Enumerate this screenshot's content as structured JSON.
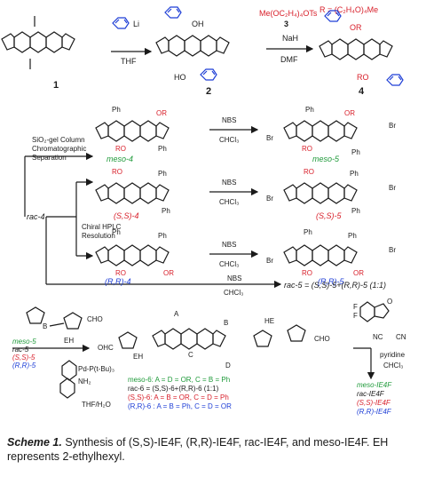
{
  "colors": {
    "ink": "#1a1a1a",
    "blue": "#1f3fd6",
    "red": "#d81f2a",
    "green": "#1f9a3a"
  },
  "row1": {
    "cmpd1": "1",
    "reagent_aryl_li": "Li",
    "step1_cond": "THF",
    "cmpd2": "2",
    "oh": "OH",
    "ho": "HO",
    "r_def": "R = (C₂H₄O)₄Me",
    "reagent3": "Me(OC₂H₄)₄OTs",
    "reagent3_num": "3",
    "nah": "NaH",
    "dmf": "DMF",
    "cmpd4": "4",
    "or": "OR",
    "ro": "RO"
  },
  "middle": {
    "silica": [
      "SiO₂-gel Column",
      "Chromatographic",
      "Separation"
    ],
    "rac4": "rac-4",
    "hplc": [
      "Chiral HPLC",
      "Resolution"
    ],
    "nbs": "NBS",
    "chcl3": "CHCl₃",
    "ph": "Ph",
    "br": "Br",
    "meso4": "meso-4",
    "meso5": "meso-5",
    "ss4": "(S,S)-4",
    "ss5": "(S,S)-5",
    "rr4": "(R,R)-4",
    "rr5": "(R,R)-5",
    "rac5_eq": "rac-5 = (S,S)-5+(R,R)-5 (1:1)"
  },
  "bottom": {
    "boronate_ch": "CHO",
    "eh": "EH",
    "inputs": [
      "meso-5",
      "rac-5",
      "(S,S)-5",
      "(R,R)-5"
    ],
    "catalyst": "Pd-P(t-Bu)₃",
    "nh2": "NH₂",
    "solvent": "THF/H₂O",
    "labels": [
      "A",
      "B",
      "C",
      "D",
      "HE",
      "OHC",
      "CHO"
    ],
    "defs": [
      "meso-6: A = D = OR, C = B = Ph",
      "rac-6 = (S,S)-6+(R,R)-6 (1:1)",
      "(S,S)-6: A = B = OR, C = D = Ph",
      "(R,R)-6 : A = B = Ph, C = D = OR"
    ],
    "ic_reagent": [
      "NC",
      "CN"
    ],
    "f": "F",
    "o": "O",
    "pyridine": "pyridine",
    "chcl3": "CHCl₃",
    "products": [
      "meso-IE4F",
      "rac-IE4F",
      "(S,S)-IE4F",
      "(R,R)-IE4F"
    ]
  },
  "caption": {
    "lead": "Scheme 1.",
    "text": "Synthesis of (S,S)-IE4F, (R,R)-IE4F, rac-IE4F, and meso-IE4F. EH represents 2-ethylhexyl."
  }
}
